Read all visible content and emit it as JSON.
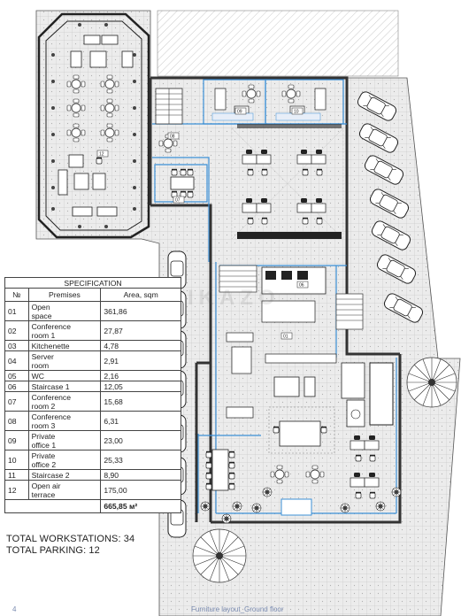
{
  "specification": {
    "title": "SPECIFICATION",
    "headers": {
      "no": "№",
      "premises": "Premises",
      "area": "Area, sqm"
    },
    "rows": [
      {
        "no": "01",
        "line1": "Open",
        "line2": "space",
        "area": "361,86"
      },
      {
        "no": "02",
        "line1": "Conference",
        "line2": "room 1",
        "area": "27,87"
      },
      {
        "no": "03",
        "line1": "Kitchenette",
        "line2": "",
        "area": "4,78"
      },
      {
        "no": "04",
        "line1": "Server",
        "line2": "room",
        "area": "2,91"
      },
      {
        "no": "05",
        "line1": "WC",
        "line2": "",
        "area": "2,16"
      },
      {
        "no": "06",
        "line1": "Staircase 1",
        "line2": "",
        "area": "12,05"
      },
      {
        "no": "07",
        "line1": "Conference",
        "line2": "room 2",
        "area": "15,68"
      },
      {
        "no": "08",
        "line1": "Conference",
        "line2": "room 3",
        "area": "6,31"
      },
      {
        "no": "09",
        "line1": "Private",
        "line2": "office 1",
        "area": "23,00"
      },
      {
        "no": "10",
        "line1": "Private",
        "line2": "office 2",
        "area": "25,33"
      },
      {
        "no": "11",
        "line1": "Staircase 2",
        "line2": "",
        "area": "8,90"
      },
      {
        "no": "12",
        "line1": "Open air",
        "line2": "terrace",
        "area": "175,00"
      }
    ],
    "total": "665,85 м²"
  },
  "summary": {
    "workstations": "TOTAL WORKSTATIONS: 34",
    "parking": "TOTAL PARKING: 12"
  },
  "room_tags": {
    "r01": "01",
    "r06": "06",
    "r07": "07",
    "r08": "08",
    "r09": "09",
    "r10": "10",
    "r12": "12"
  },
  "watermark": "IKAZO",
  "footer": {
    "page_number": "4",
    "caption": "Furniture layout_Ground floor"
  },
  "colors": {
    "wall": "#333333",
    "partition": "#3b8fd6",
    "paving": "#e8e8e8",
    "caption": "#7a8bb0"
  }
}
